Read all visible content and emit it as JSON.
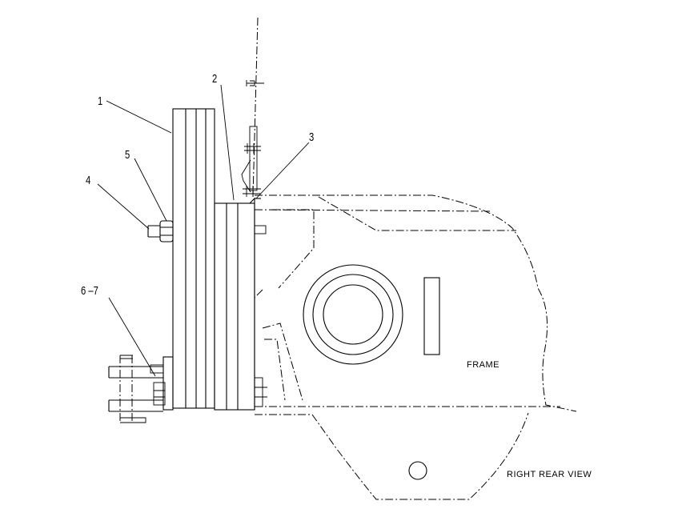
{
  "callouts": {
    "c1": "1",
    "c2": "2",
    "c3": "3",
    "c4": "4",
    "c5": "5",
    "c67": "6 –7"
  },
  "labels": {
    "frame": "FRAME",
    "view": "RIGHT REAR VIEW"
  }
}
